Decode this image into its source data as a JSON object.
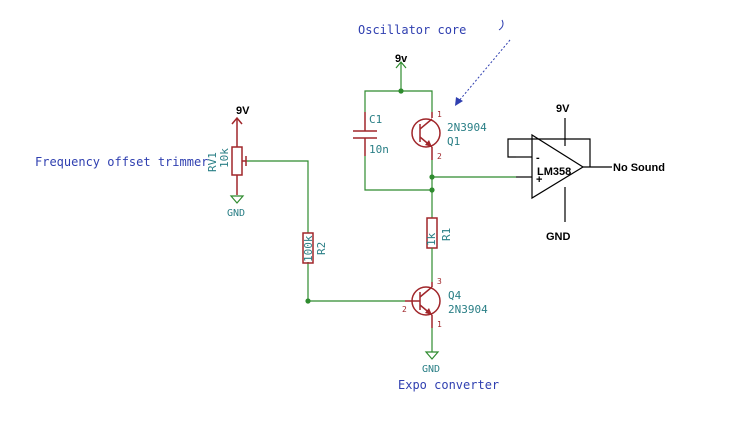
{
  "labels": {
    "oscillator_core": "Oscillator core",
    "freq_offset": "Frequency offset trimmer",
    "expo_converter": "Expo converter",
    "no_sound": "No Sound"
  },
  "power": {
    "osc_supply": "9v",
    "trimmer_supply": "9V",
    "opamp_supply": "9V",
    "opamp_gnd": "GND",
    "trimmer_gnd": "GND",
    "q4_gnd": "GND"
  },
  "components": {
    "c1": {
      "ref": "C1",
      "value": "10n"
    },
    "q1": {
      "ref": "Q1",
      "value": "2N3904"
    },
    "q4": {
      "ref": "Q4",
      "value": "2N3904"
    },
    "r1": {
      "ref": "R1",
      "value": "1k"
    },
    "r2": {
      "ref": "R2",
      "value": "100k"
    },
    "rv1": {
      "ref": "RV1",
      "value": "10k"
    },
    "u1": {
      "value": "LM358",
      "minus": "-",
      "plus": "+"
    }
  },
  "pins": {
    "q1_top": "1",
    "q1_bottom": "2",
    "q4_collector": "3",
    "q4_base": "2",
    "q4_emitter": "1"
  }
}
